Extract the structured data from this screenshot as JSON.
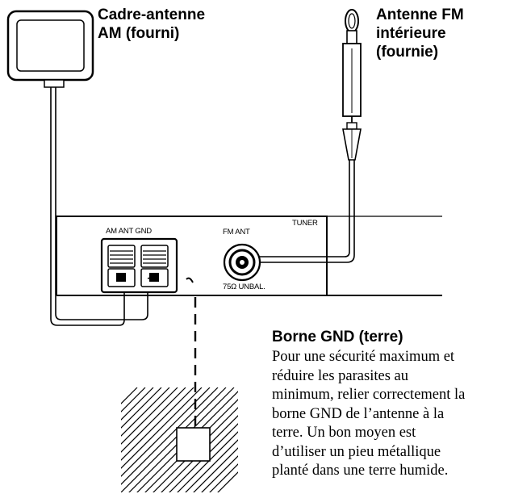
{
  "labels": {
    "am_antenna": "Cadre-antenne\nAM (fourni)",
    "fm_antenna": "Antenne FM\nintérieure\n(fournie)",
    "tuner": "TUNER",
    "am_ant_gnd": "AM ANT GND",
    "fm_ant": "FM ANT",
    "unbal": "75Ω UNBAL.",
    "gnd_heading": "Borne GND (terre)",
    "gnd_text": "Pour une sécurité maximum et\nréduire les parasites au\nminimum, relier correctement la\nborne GND de l’antenne à la\nterre. Un bon moyen est\nd’utiliser un pieu métallique\nplanté dans une terre humide."
  },
  "colors": {
    "ink": "#000000",
    "paper": "#ffffff"
  }
}
